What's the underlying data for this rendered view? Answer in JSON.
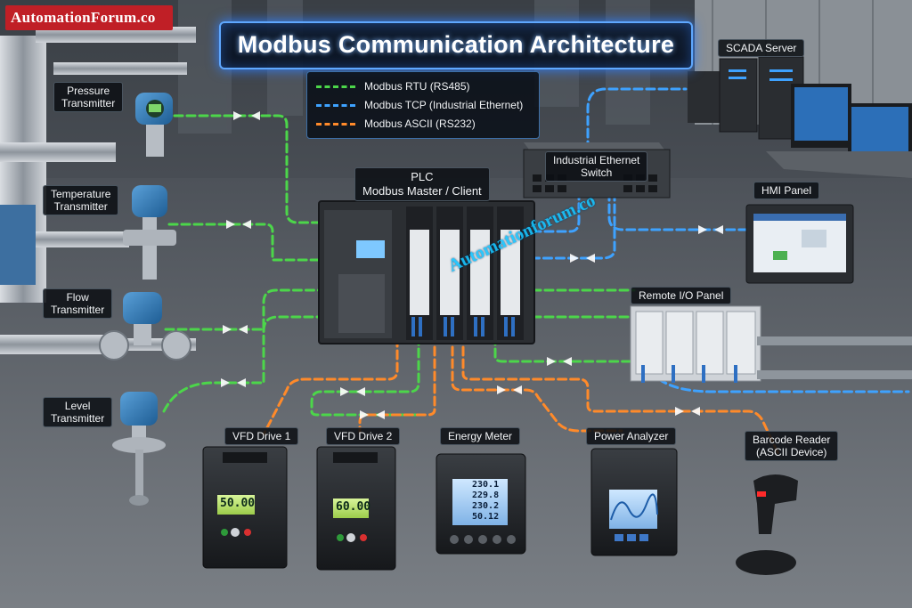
{
  "title": "Modbus Communication Architecture",
  "brand": "AutomationForum.co",
  "watermark": "Automationforum.co",
  "legend": [
    {
      "label": "Modbus RTU (RS485)",
      "color": "#4cd64a"
    },
    {
      "label": "Modbus TCP (Industrial Ethernet)",
      "color": "#3ea2ff"
    },
    {
      "label": "Modbus ASCII (RS232)",
      "color": "#ff8a2a"
    }
  ],
  "plc": {
    "line1": "PLC",
    "line2": "Modbus Master / Client"
  },
  "switch": {
    "line1": "Industrial Ethernet",
    "line2": "Switch"
  },
  "scada": "SCADA Server",
  "hmi": "HMI Panel",
  "remote_io": "Remote I/O Panel",
  "transmitters": {
    "pressure": {
      "line1": "Pressure",
      "line2": "Transmitter"
    },
    "temperature": {
      "line1": "Temperature",
      "line2": "Transmitter"
    },
    "flow": {
      "line1": "Flow",
      "line2": "Transmitter"
    },
    "level": {
      "line1": "Level",
      "line2": "Transmitter"
    }
  },
  "field_devices": {
    "vfd1": "VFD Drive 1",
    "vfd2": "VFD Drive 2",
    "energy_meter": "Energy Meter",
    "power_analyzer": "Power Analyzer",
    "barcode": {
      "line1": "Barcode Reader",
      "line2": "(ASCII Device)"
    }
  },
  "displays": {
    "vfd1": "50.00",
    "vfd2": "60.00",
    "energy": [
      "230.1",
      "229.8",
      "230.2",
      "50.12"
    ]
  }
}
